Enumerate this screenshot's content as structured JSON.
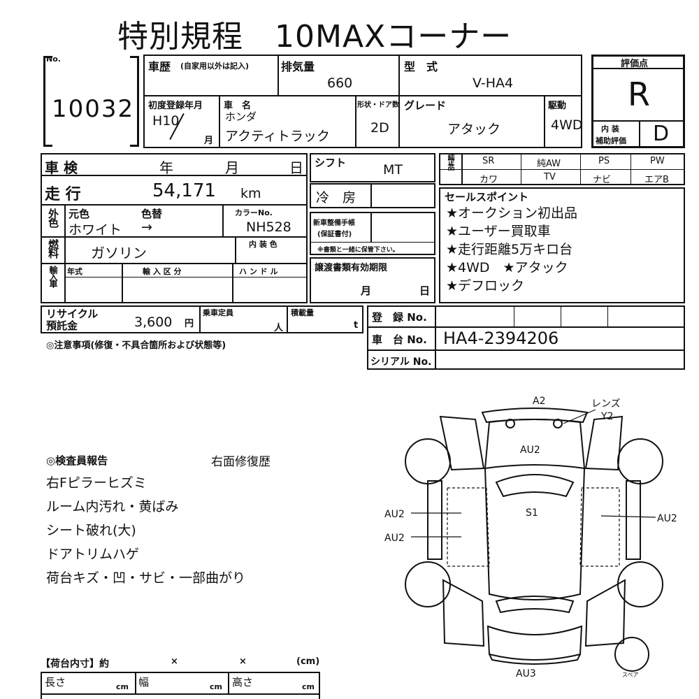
{
  "title": "特別規程　10MAXコーナー",
  "lot": {
    "no_label": "No.",
    "number": "10032"
  },
  "history": {
    "label": "車歴",
    "note": "(自家用以外は記入)"
  },
  "displacement": {
    "label": "排気量",
    "value": "660"
  },
  "model": {
    "label": "型　式",
    "value": "V-HA4"
  },
  "score": {
    "label": "評価点",
    "value": "R",
    "interior_label_1": "内 装",
    "interior_label_2": "補助評価",
    "interior_value": "D"
  },
  "first_reg": {
    "label": "初度登録年月",
    "year": "H10",
    "month_suffix": "月"
  },
  "car_name": {
    "label": "車　名",
    "maker": "ホンダ",
    "name": "アクティトラック"
  },
  "doors": {
    "label": "形状・ドア数",
    "value": "2D"
  },
  "grade": {
    "label": "グレード",
    "value": "アタック"
  },
  "drive": {
    "label": "駆動",
    "value": "4WD"
  },
  "inspection": {
    "label": "車 検",
    "year": "年",
    "month": "月",
    "day": "日"
  },
  "shift": {
    "label": "シフト",
    "value": "MT"
  },
  "equipment": {
    "label": "純正品",
    "row1": [
      "SR",
      "純AW",
      "PS",
      "PW"
    ],
    "row2": [
      "カワ",
      "TV",
      "ナビ",
      "エアB"
    ]
  },
  "mileage": {
    "label": "走 行",
    "value": "54,171",
    "unit": "km"
  },
  "ac": {
    "label": "冷　房"
  },
  "color": {
    "side_label": "外色",
    "orig_label": "元色",
    "change_label": "色替",
    "value": "ホワイト",
    "arrow": "→",
    "code_label": "カラーNo.",
    "code": "NH528"
  },
  "warranty": {
    "label1": "新車整備手帳",
    "label2": "(保証書付)",
    "note": "※書類と一緒に保管下さい。"
  },
  "fuel": {
    "side_label": "燃料",
    "value": "ガソリン",
    "interior_color_label": "内 装 色"
  },
  "import": {
    "side_label": "輸入車",
    "year_label": "年式",
    "type_label": "輸 入 区 分",
    "handle_label": "ハ ン ド ル"
  },
  "transfer_docs": {
    "label": "譲渡書類有効期限",
    "month": "月",
    "day": "日"
  },
  "sales_points": {
    "label": "セールスポイント",
    "items": [
      "★オークション初出品",
      "★ユーザー買取車",
      "★走行距離5万キロ台",
      "★4WD　★アタック",
      "★デフロック"
    ]
  },
  "recycle": {
    "label1": "リサイクル",
    "label2": "預託金",
    "value": "3,600",
    "unit": "円"
  },
  "capacity": {
    "label": "乗車定員",
    "unit": "人"
  },
  "load": {
    "label": "積載量",
    "unit": "t"
  },
  "registration": {
    "label": "登　録 No.",
    "value": ""
  },
  "chassis": {
    "label": "車　台 No.",
    "value": "HA4-2394206"
  },
  "serial": {
    "label": "シリアル No.",
    "value": ""
  },
  "notes_label": "◎注意事項(修復・不具合箇所および状態等)",
  "inspector": {
    "label": "◎検査員報告",
    "right_note": "右面修復歴",
    "items": [
      "右Fピラーヒズミ",
      "ルーム内汚れ・黄ばみ",
      "シート破れ(大)",
      "ドアトリムハゲ",
      "荷台キズ・凹・サビ・一部曲がり"
    ]
  },
  "diagram": {
    "top": "A2",
    "lens": "レンズ",
    "y2": "Y2",
    "roof": "AU2",
    "center": "S1",
    "left1": "AU2",
    "left2": "AU2",
    "right": "AU2",
    "bottom": "AU3",
    "spare": "スペア"
  },
  "bed": {
    "label": "【荷台内寸】約",
    "x1": "×",
    "x2": "×",
    "unit_label": "(cm)",
    "length": "長さ",
    "width": "幅",
    "height": "高さ",
    "unit": "cm"
  }
}
